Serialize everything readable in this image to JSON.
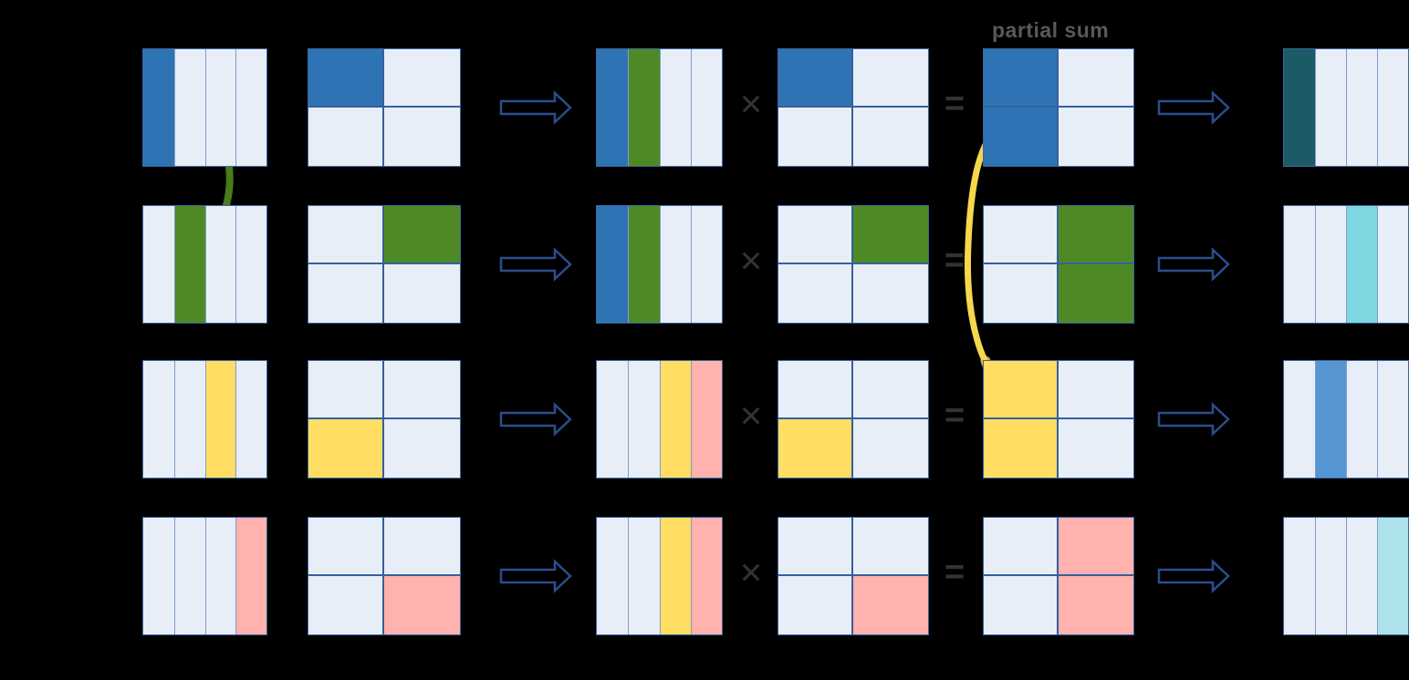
{
  "labels": {
    "partial_sum": "partial sum"
  },
  "operators": {
    "times": "×",
    "equals": "="
  },
  "colors": {
    "background": "#000000",
    "cell": "#e8eef8",
    "blue": "#2e74b5",
    "green": "#4d8a26",
    "yellow": "#ffde63",
    "pink": "#ffb2ae",
    "teal": "#1d5a68",
    "turquoise": "#7ed7e0",
    "mid_blue": "#5596d3",
    "light_cyan": "#aee3ec",
    "border_outer": "#3a659e",
    "border_inner": "#7e9cc9",
    "border_inner2": "#35609a",
    "flow_arrow_stroke": "#2b4d8c",
    "operator": "#333333",
    "label": "#595959",
    "green_arrow": "#4a7a1b",
    "yellow_arrow": "#f7d74b",
    "yellow_arrow_dark": "#bfa43c"
  },
  "diagram": {
    "rows": [
      {
        "vector_a": [
          "blue",
          "",
          "",
          ""
        ],
        "matrix_b": [
          [
            "blue",
            ""
          ],
          [
            "",
            ""
          ]
        ],
        "vector_ab": [
          "blue",
          "green",
          "",
          ""
        ],
        "partial_sum": [
          [
            "blue",
            ""
          ],
          [
            "blue",
            ""
          ]
        ],
        "result": [
          "teal",
          "",
          "",
          ""
        ]
      },
      {
        "vector_a": [
          "",
          "green",
          "",
          ""
        ],
        "matrix_b": [
          [
            "",
            "green"
          ],
          [
            "",
            ""
          ]
        ],
        "vector_ab": [
          "blue",
          "green",
          "",
          ""
        ],
        "partial_sum": [
          [
            "",
            "green"
          ],
          [
            "",
            "green"
          ]
        ],
        "result": [
          "",
          "",
          "turquoise",
          ""
        ]
      },
      {
        "vector_a": [
          "",
          "",
          "yellow",
          ""
        ],
        "matrix_b": [
          [
            "",
            ""
          ],
          [
            "yellow",
            ""
          ]
        ],
        "vector_ab": [
          "",
          "",
          "yellow",
          "pink"
        ],
        "partial_sum": [
          [
            "yellow",
            ""
          ],
          [
            "yellow",
            ""
          ]
        ],
        "result": [
          "",
          "mid_blue",
          "",
          ""
        ]
      },
      {
        "vector_a": [
          "",
          "",
          "",
          "pink"
        ],
        "matrix_b": [
          [
            "",
            ""
          ],
          [
            "",
            "pink"
          ]
        ],
        "vector_ab": [
          "",
          "",
          "yellow",
          "pink"
        ],
        "partial_sum": [
          [
            "",
            "pink"
          ],
          [
            "",
            "pink"
          ]
        ],
        "result": [
          "",
          "",
          "",
          "light_cyan"
        ]
      }
    ]
  }
}
